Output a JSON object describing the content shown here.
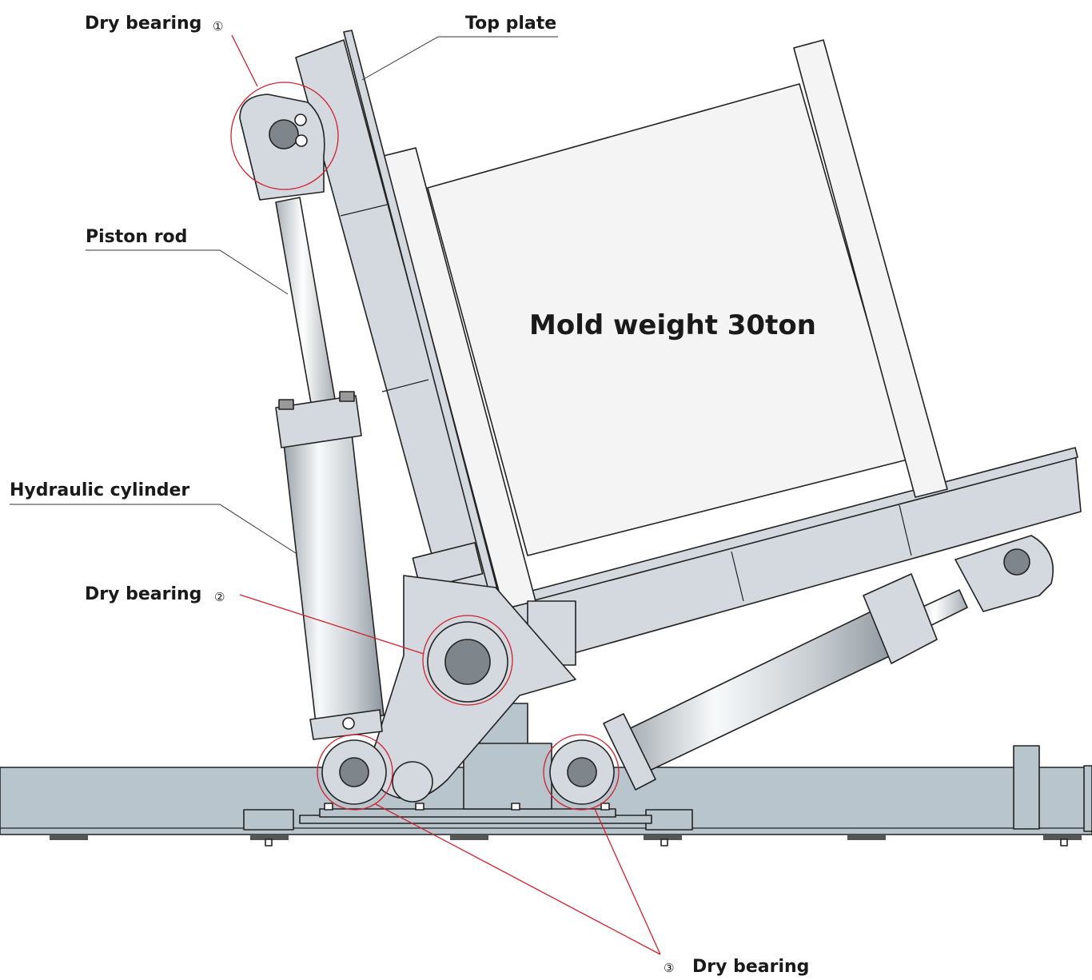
{
  "labels": {
    "dry_bearing_1": "Dry bearing",
    "dry_bearing_1_num": "①",
    "top_plate": "Top plate",
    "piston_rod": "Piston rod",
    "hydraulic_cylinder": "Hydraulic cylinder",
    "dry_bearing_2": "Dry bearing",
    "dry_bearing_2_num": "②",
    "dry_bearing_3": "Dry bearing",
    "dry_bearing_3_num": "③",
    "mold_weight": "Mold weight  30ton"
  },
  "colors": {
    "part_fill": "#d3d9de",
    "base_fill": "#b9c5cd",
    "mold_fill": "#f4f4f4",
    "outline": "#222222",
    "callout_red": "#d0202e",
    "bolt_fill": "#7e868c"
  }
}
